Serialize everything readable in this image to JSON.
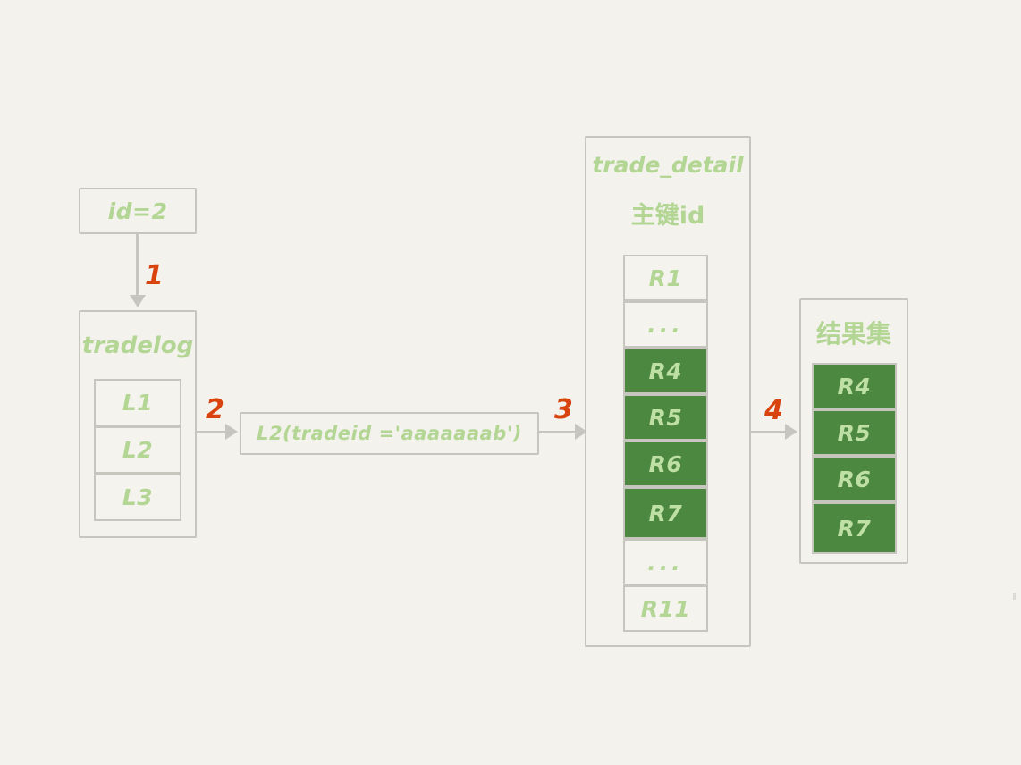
{
  "diagram": {
    "title": "MySQL index lookup flow diagram",
    "background_color": "#f3f2ec",
    "accent_green": "#4d8840",
    "text_green": "#b3d695",
    "step_color": "#d9430d",
    "border_color": "#c6c5be"
  },
  "nodes": {
    "id_box": {
      "label": "id=2"
    },
    "tradelog": {
      "title": "tradelog",
      "rows": [
        {
          "label": "L1",
          "highlight": false
        },
        {
          "label": "L2",
          "highlight": false
        },
        {
          "label": "L3",
          "highlight": false
        }
      ]
    },
    "condition_box": {
      "label": "L2(tradeid ='aaaaaaab')"
    },
    "trade_detail": {
      "title_line1": "trade_detail",
      "title_line2": "主键id",
      "rows": [
        {
          "label": "R1",
          "highlight": false
        },
        {
          "label": "...",
          "highlight": false
        },
        {
          "label": "R4",
          "highlight": true
        },
        {
          "label": "R5",
          "highlight": true
        },
        {
          "label": "R6",
          "highlight": true
        },
        {
          "label": "R7",
          "highlight": true
        },
        {
          "label": "...",
          "highlight": false
        },
        {
          "label": "R11",
          "highlight": false
        }
      ]
    },
    "result_set": {
      "title": "结果集",
      "rows": [
        {
          "label": "R4",
          "highlight": true
        },
        {
          "label": "R5",
          "highlight": true
        },
        {
          "label": "R6",
          "highlight": true
        },
        {
          "label": "R7",
          "highlight": true
        }
      ]
    }
  },
  "steps": [
    {
      "number": "1"
    },
    {
      "number": "2"
    },
    {
      "number": "3"
    },
    {
      "number": "4"
    }
  ]
}
